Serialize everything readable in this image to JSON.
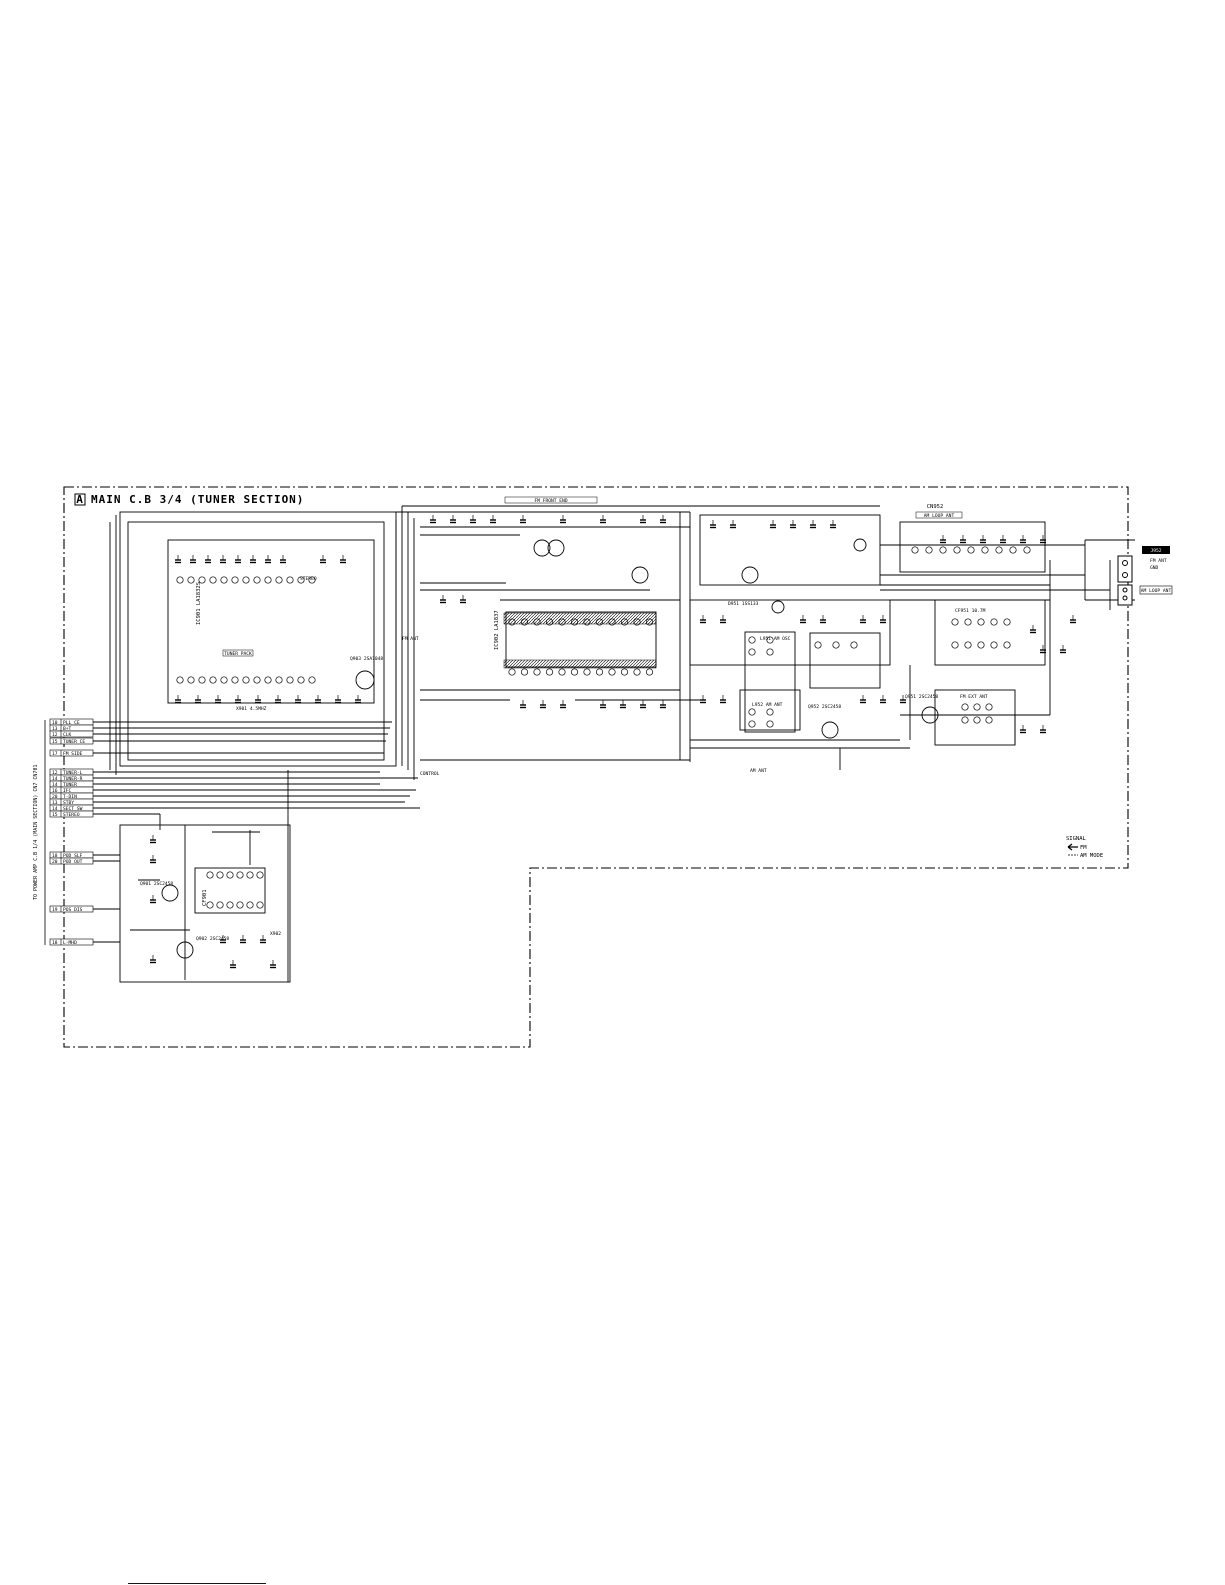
{
  "section": {
    "box_letter": "A",
    "title": "MAIN C.B 3/4 (TUNER SECTION)"
  },
  "left_connector": {
    "side_label": "TO POWER AMP C.B 1/4 (MAIN SECTION) CN7 CN701",
    "pins": [
      {
        "num": "10",
        "label": "PLL CE"
      },
      {
        "num": "13",
        "label": "B+T"
      },
      {
        "num": "12",
        "label": "CLK"
      },
      {
        "num": "15",
        "label": "TUNER CE"
      },
      {
        "num": "17",
        "label": "FM SIDE"
      },
      {
        "num": "12",
        "label": "TUNER-L"
      },
      {
        "num": "14",
        "label": "TUNER-R"
      },
      {
        "num": "14",
        "label": "TUNER"
      },
      {
        "num": "16",
        "label": "IFC"
      },
      {
        "num": "20",
        "label": "T-DIN"
      },
      {
        "num": "13",
        "label": "STBY"
      },
      {
        "num": "14",
        "label": "SECT SW"
      },
      {
        "num": "15",
        "label": "STEREO"
      },
      {
        "num": "18",
        "label": "POD SLF"
      },
      {
        "num": "20",
        "label": "POD OUT"
      },
      {
        "num": "19",
        "label": "POS DIS"
      },
      {
        "num": "18",
        "label": "L-MHD"
      }
    ]
  },
  "components": {
    "ic_main": "IC901 LA1832S",
    "ic_pll": "IC902 LA1837",
    "ic_tuner": "CF901",
    "tuner_pack": "TUNER PACK",
    "fm_front_end": "FM FRONT END",
    "am_osc_coil": "L951 AM OSC",
    "am_ant_coil": "L952 AM ANT",
    "am_loop": "AM LOOP ANT",
    "ext_ant": "FM EXT ANT",
    "fm_if": "CF951 10.7M",
    "fm_ant_label": "FM ANT",
    "am_ant_label": "AM ANT",
    "osc_label": "X901 4.5MHZ",
    "xtal_label": "X902",
    "tr_label": "Q901 2SC2458",
    "tr2_label": "Q902 2SC2458",
    "tr3_label": "Q903 2SA1048",
    "tr4_label": "Q951 2SC2458",
    "tr5_label": "Q952 2SC2458",
    "d_label": "D951 1SS133",
    "jack_label": "J952",
    "jack_ant": "FM ANT",
    "jack_gnd": "GND",
    "cn_label": "CN952",
    "cn_sub": "AM LOOP ANT",
    "ctrl_label": "CONTROL",
    "signal_label": "SIGNAL",
    "fm_arrow": "FM",
    "am_arrow": "AM",
    "stereo_lbl": "STEREO"
  },
  "legend": {
    "line1": "SIGNAL",
    "line2": "FM",
    "line3": "AM MODE"
  },
  "colors": {
    "ink": "#000000",
    "paper": "#ffffff",
    "page_rule": "#0000cc"
  }
}
